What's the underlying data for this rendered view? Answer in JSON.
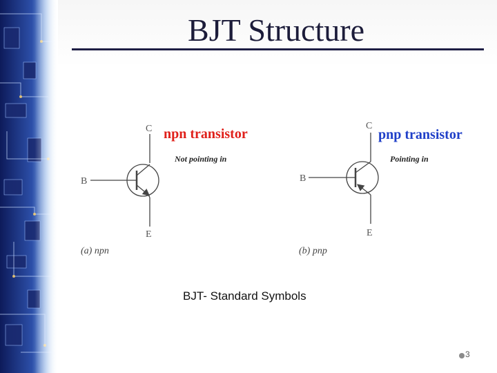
{
  "slide": {
    "title": "BJT Structure",
    "caption": "BJT- Standard Symbols",
    "page_number": "3"
  },
  "figure": {
    "npn": {
      "heading": "npn transistor",
      "note": "Not pointing in",
      "terminal_c": "C",
      "terminal_b": "B",
      "terminal_e": "E",
      "sublabel": "(a) npn"
    },
    "pnp": {
      "heading": "pnp transistor",
      "note": "Pointing in",
      "terminal_c": "C",
      "terminal_b": "B",
      "terminal_e": "E",
      "sublabel": "(b) pnp"
    }
  },
  "colors": {
    "npn_heading": "#e0201a",
    "pnp_heading": "#1f3fc8",
    "title": "#1c1c3a"
  }
}
